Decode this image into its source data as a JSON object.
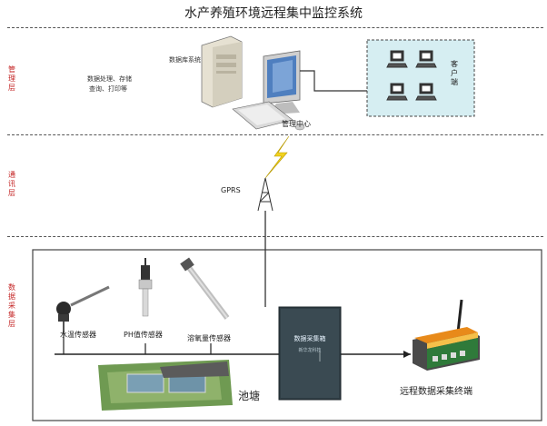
{
  "title": "水产养殖环境远程集中监控系统",
  "layers": {
    "management": "管理层",
    "communication": "通讯层",
    "acquisition": "数据采集层"
  },
  "management": {
    "db_system": "数据库系统",
    "processing_line1": "数据处理、存储",
    "processing_line2": "查询、打印等",
    "center": "管理中心",
    "client": "客户端"
  },
  "communication": {
    "gprs": "GPRS"
  },
  "acquisition": {
    "water_temp": "水温传感器",
    "ph": "PH值传感器",
    "do": "溶氧量传感器",
    "box_title": "数据采集箱",
    "box_sub": "新华龙科技",
    "pond": "池塘",
    "terminal": "远程数据采集终端"
  }
}
